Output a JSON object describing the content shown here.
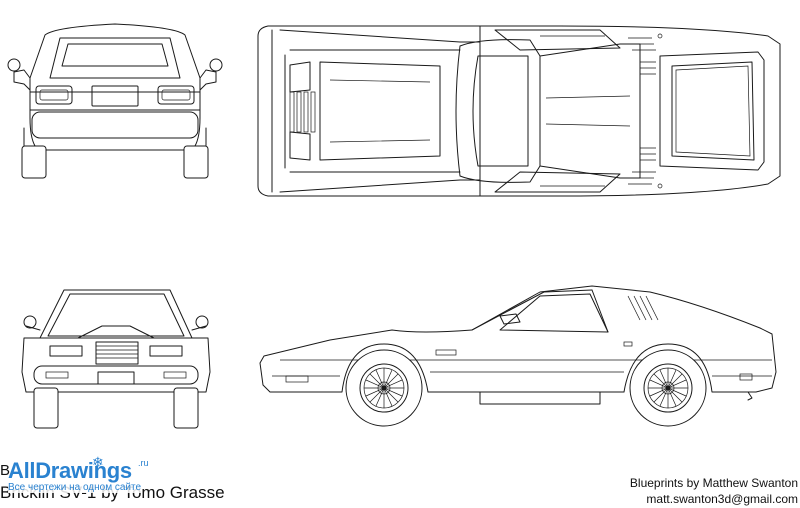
{
  "blueprint": {
    "title_line1": "B",
    "title_line2": "Bricklin SV-1 by Tomo Grasse",
    "credit_line1": "Blueprints by Matthew Swanton",
    "credit_line2": "matt.swanton3d@gmail.com",
    "views": [
      "rear-view",
      "top-view",
      "front-view",
      "side-view"
    ]
  },
  "watermark": {
    "name": "AllDrawings",
    "tld": ".ru",
    "tagline": "Все чертежи на одном сайте",
    "color": "#2a82d0",
    "icon": "snowflake-icon"
  },
  "colors": {
    "line": "#1a1a1a",
    "background": "#ffffff"
  }
}
